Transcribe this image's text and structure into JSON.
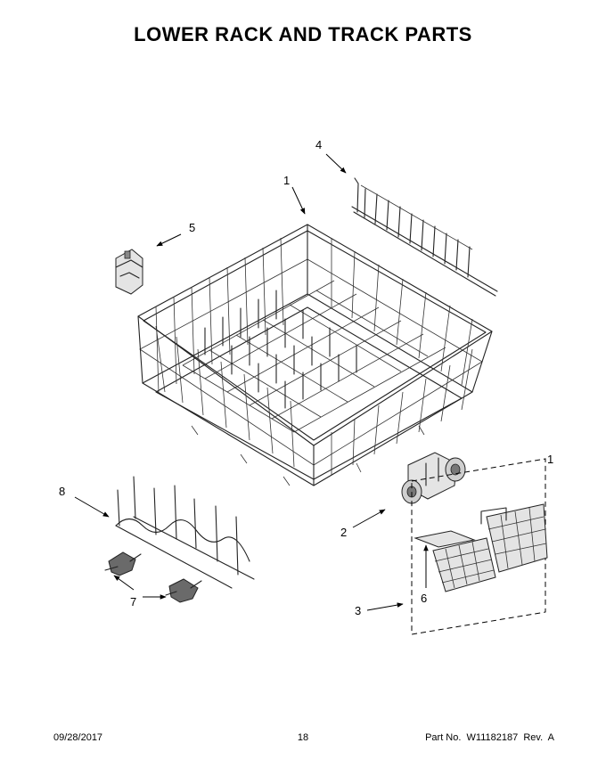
{
  "title": "LOWER RACK AND TRACK PARTS",
  "callouts": {
    "c1_rack": "1",
    "c1_basket": "1",
    "c2": "2",
    "c3": "3",
    "c4": "4",
    "c5": "5",
    "c6": "6",
    "c7": "7",
    "c8": "8"
  },
  "footer": {
    "date": "09/28/2017",
    "page": "18",
    "part_no": "Part No.  W11182187  Rev.  A"
  }
}
